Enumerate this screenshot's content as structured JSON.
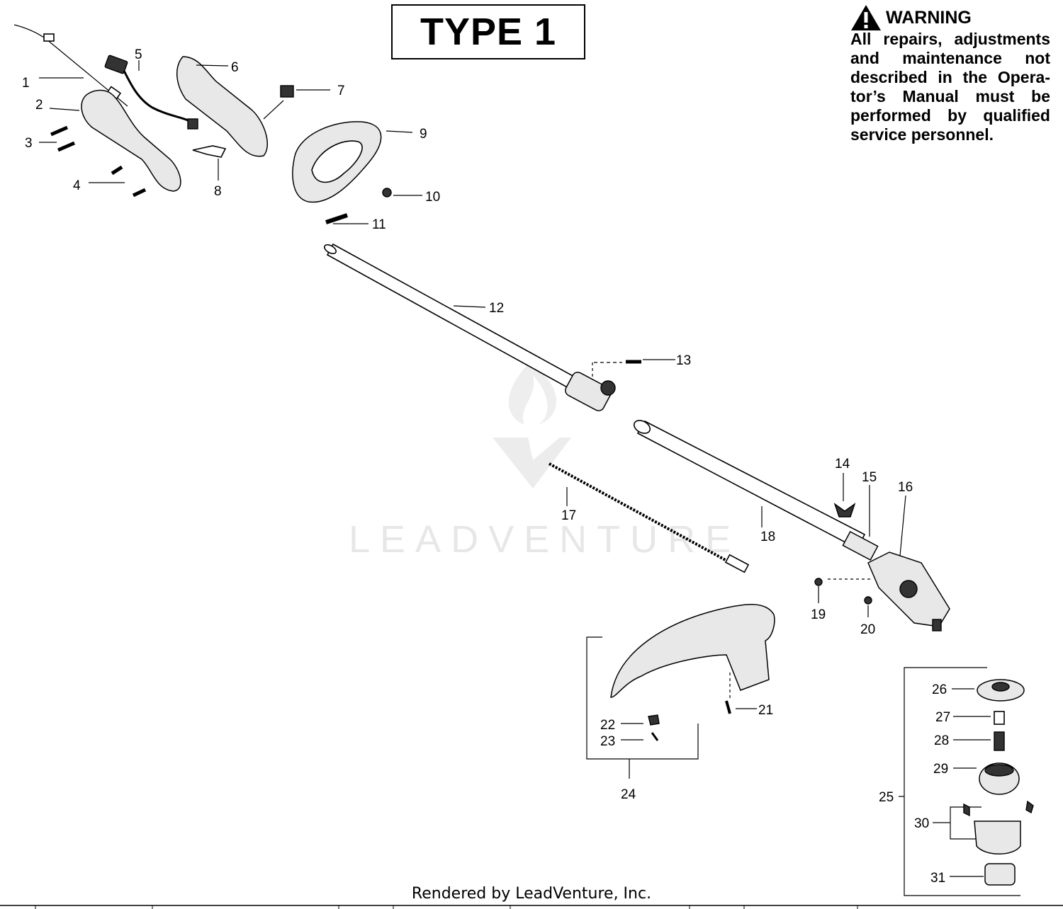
{
  "title": "TYPE 1",
  "warning": {
    "heading": "WARNING",
    "text": "All repairs, adjustments and maintenance not described in the Opera-tor’s Manual must be performed by qualified service personnel."
  },
  "watermark": "LEADVENTURE",
  "footer": "Rendered by LeadVenture, Inc.",
  "callouts": [
    "1",
    "2",
    "3",
    "4",
    "5",
    "6",
    "7",
    "8",
    "9",
    "10",
    "11",
    "12",
    "13",
    "14",
    "15",
    "16",
    "17",
    "18",
    "19",
    "20",
    "21",
    "22",
    "23",
    "24",
    "25",
    "26",
    "27",
    "28",
    "29",
    "30",
    "31"
  ],
  "icons": {
    "warning": "warning-triangle-icon",
    "watermark": "flame-logo-icon"
  }
}
